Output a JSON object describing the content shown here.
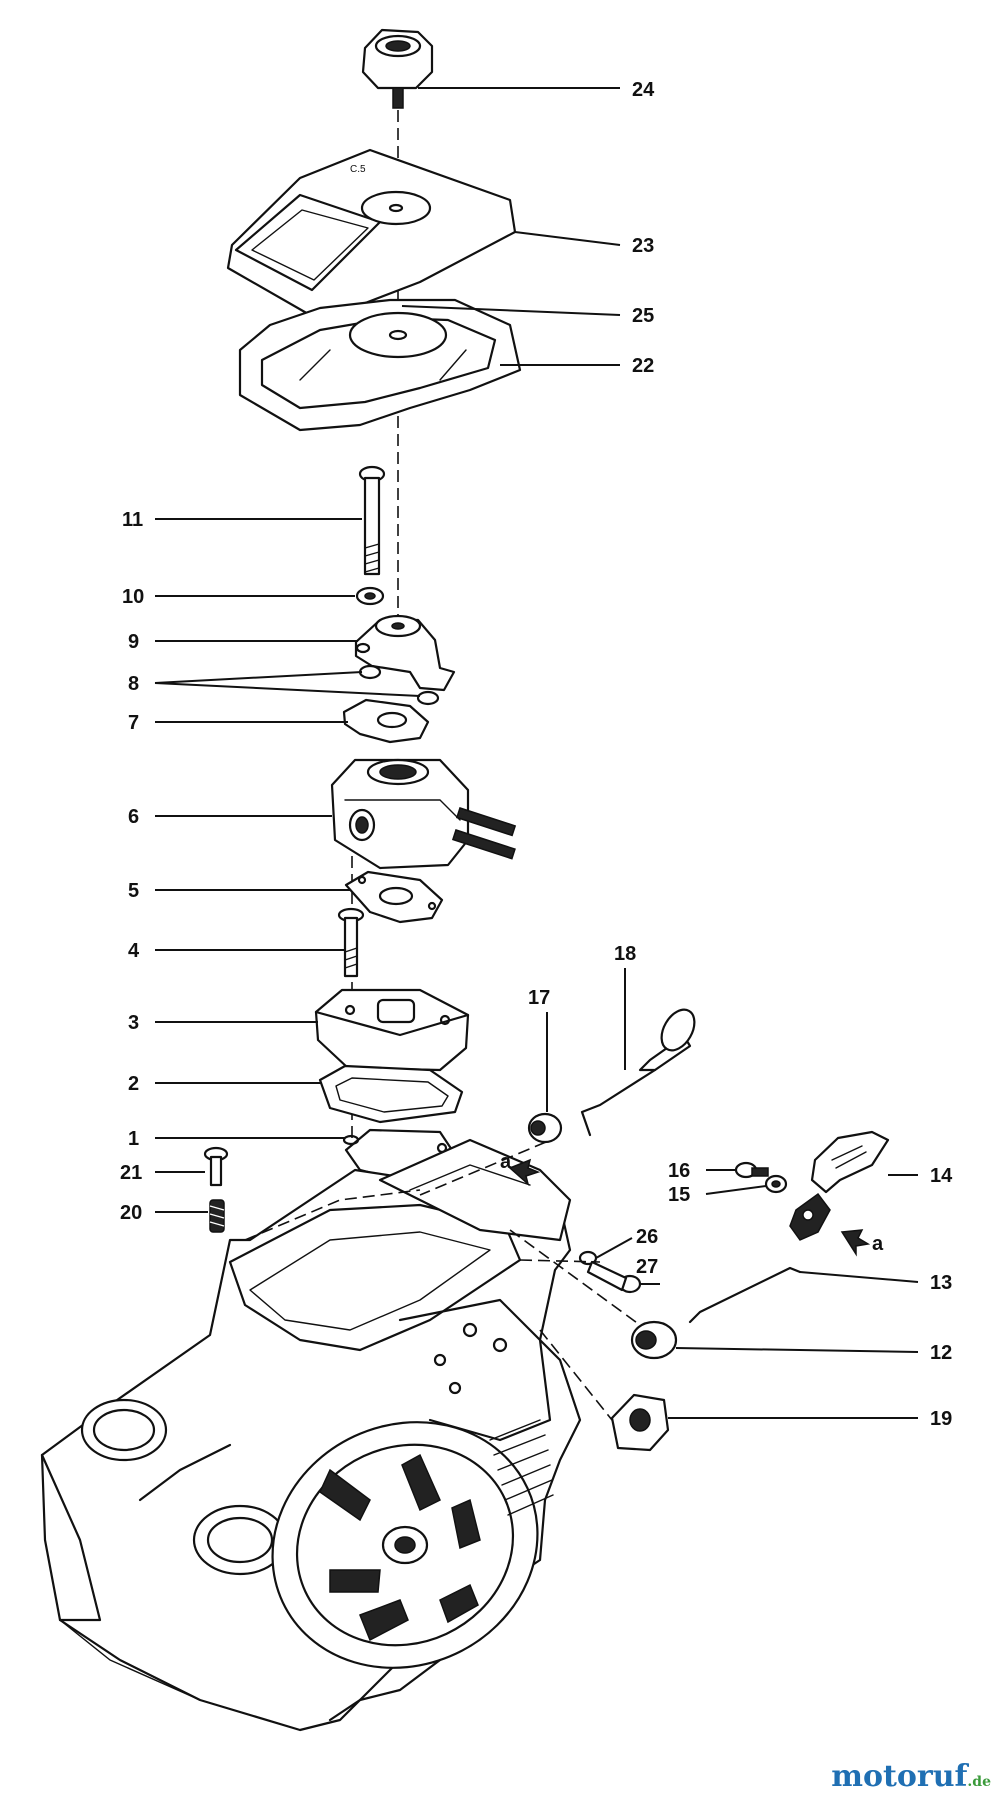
{
  "labels": {
    "l1": "1",
    "l2": "2",
    "l3": "3",
    "l4": "4",
    "l5": "5",
    "l6": "6",
    "l7": "7",
    "l8": "8",
    "l9": "9",
    "l10": "10",
    "l11": "11",
    "l12": "12",
    "l13": "13",
    "l14": "14",
    "l15": "15",
    "l16": "16",
    "l17": "17",
    "l18": "18",
    "l19": "19",
    "l20": "20",
    "l21": "21",
    "l22": "22",
    "l23": "23",
    "l24": "24",
    "l25": "25",
    "l26": "26",
    "l27": "27",
    "arrow_a_top": "a",
    "arrow_a_right": "a"
  },
  "watermark": {
    "brand": "motoruf",
    "tld": ".de"
  },
  "colors": {
    "ink": "#111111",
    "watermark_blue": "#1f6fb3",
    "watermark_green": "#3a9a3a"
  }
}
